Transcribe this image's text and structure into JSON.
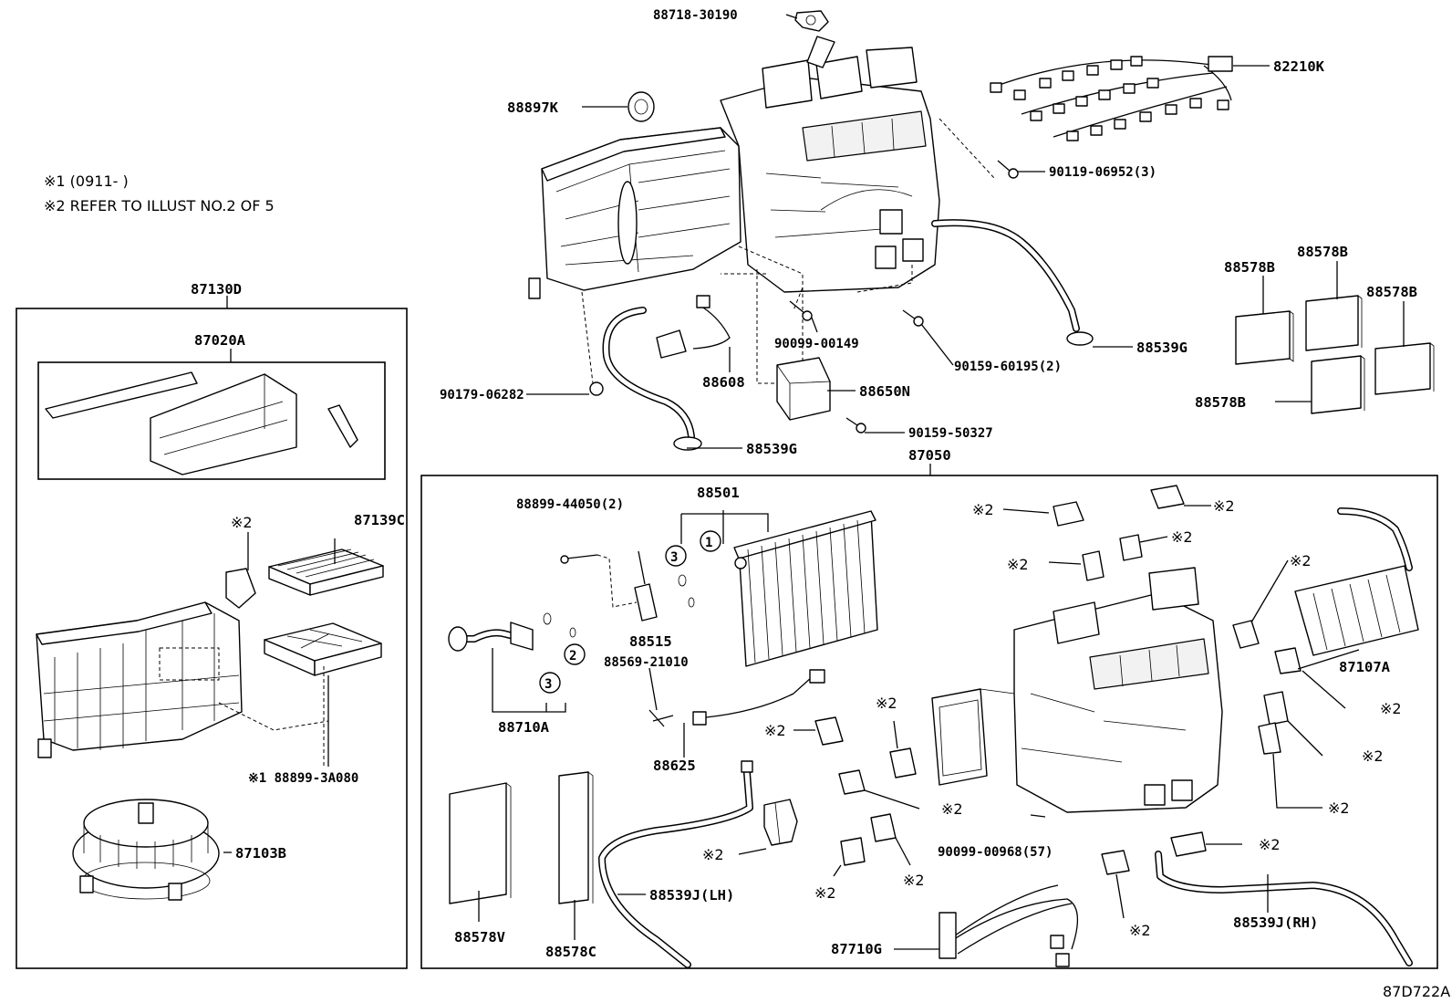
{
  "notes": {
    "note1": "※1 (0911-      )",
    "note2": "※2 REFER TO ILLUST NO.2 OF 5"
  },
  "footer": {
    "code": "87D722A"
  },
  "callouts": {
    "c88718": "88718-30190",
    "c82210K": "82210K",
    "c88897K": "88897K",
    "c90119": "90119-06952(3)",
    "c87130D": "87130D",
    "c87020A": "87020A",
    "c88578B_a": "88578B",
    "c88578B_b": "88578B",
    "c88578B_c": "88578B",
    "c88578B_d": "88578B",
    "c88539G_a": "88539G",
    "c88539G_b": "88539G",
    "c90099_00149": "90099-00149",
    "c90159_60195": "90159-60195(2)",
    "c90179": "90179-06282",
    "c88608": "88608",
    "c88650N": "88650N",
    "c90159_50327": "90159-50327",
    "c87050": "87050",
    "c87139C": "87139C",
    "c88899_44050": "88899-44050(2)",
    "c88501": "88501",
    "c88515": "88515",
    "c88710A": "88710A",
    "c88569": "88569-21010",
    "c88625": "88625",
    "c88899_3A080": "※1 88899-3A080",
    "c87103B": "87103B",
    "c87107A": "87107A",
    "c90099_00968": "90099-00968(57)",
    "c88578V": "88578V",
    "c88578C": "88578C",
    "c88539J_LH": "88539J(LH)",
    "c87710G": "87710G",
    "c88539J_RH": "88539J(RH)"
  },
  "refs": {
    "r1": "※2",
    "r2": "※2",
    "r3": "※2",
    "r4": "※2",
    "r5": "※2",
    "r6": "※2",
    "r7": "※2",
    "r8": "※2",
    "r9": "※2",
    "r10": "※2",
    "r11": "※2",
    "r12": "※2",
    "r13": "※2",
    "r14": "※2",
    "r15": "※2",
    "r16": "※2",
    "r17": "※2"
  },
  "circled": {
    "k1": "1",
    "k2": "2",
    "k3a": "3",
    "k3b": "3"
  }
}
